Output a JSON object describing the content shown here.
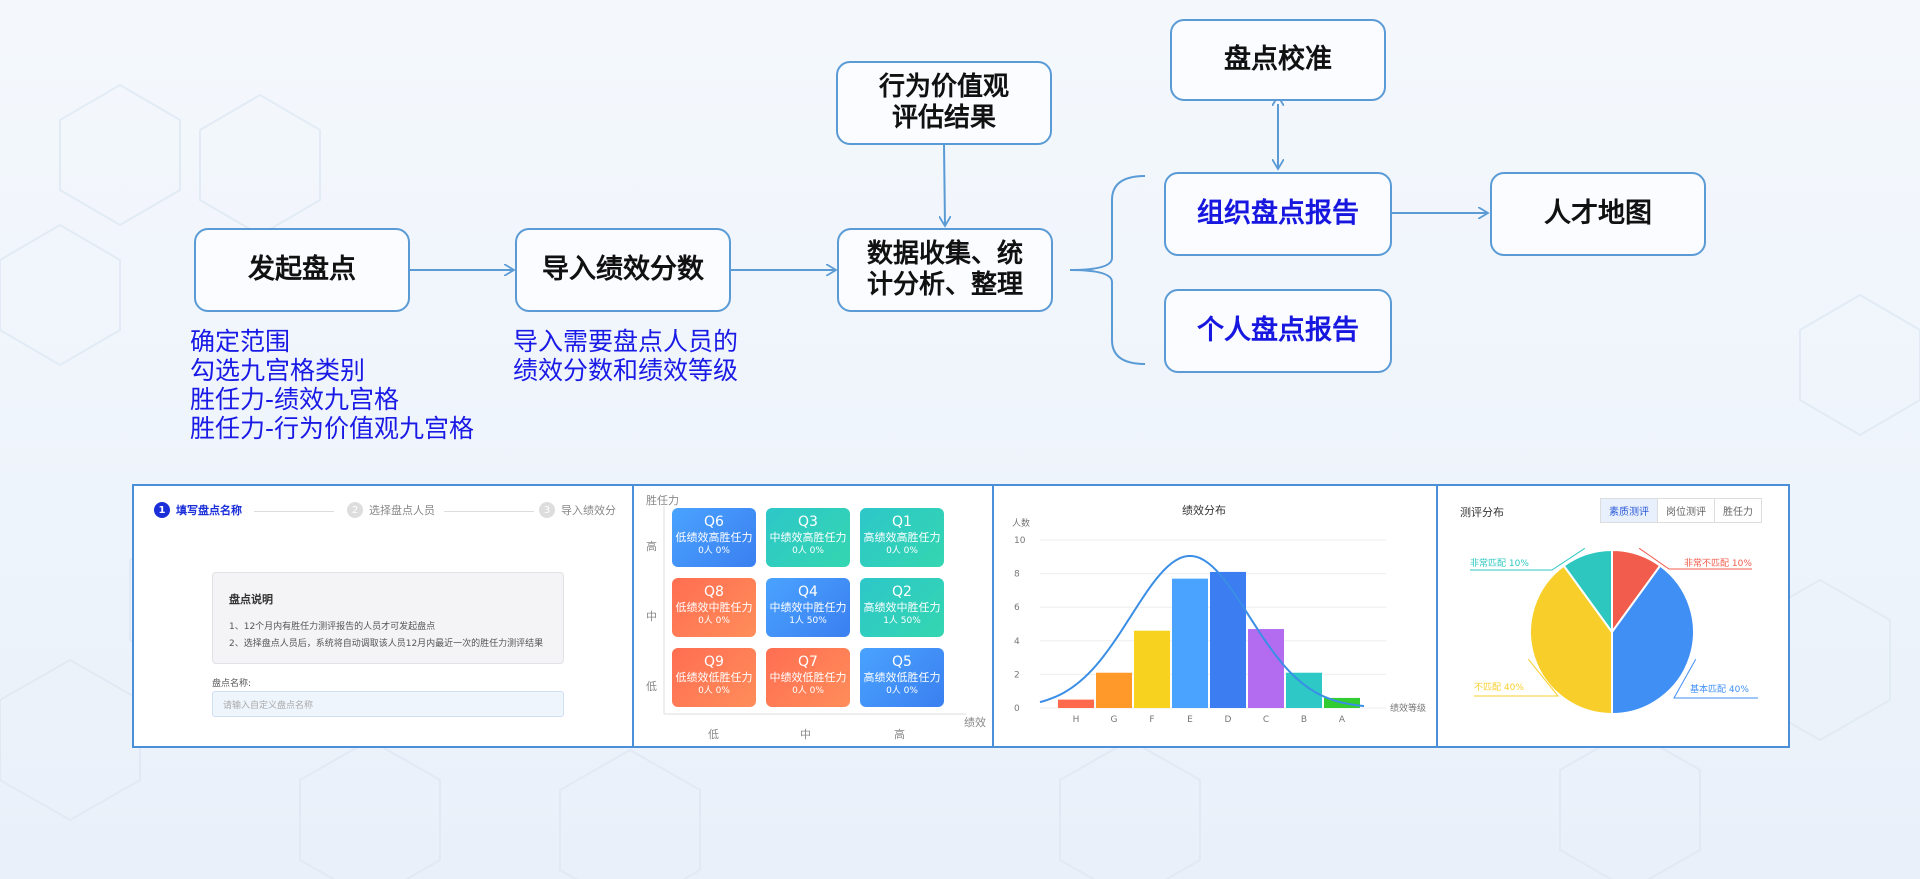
{
  "flow": {
    "start": "发起盘点",
    "import_scores": "导入绩效分数",
    "behavior": [
      "行为价值观",
      "评估结果"
    ],
    "data_collect": [
      "数据收集、统",
      "计分析、整理"
    ],
    "calibration": "盘点校准",
    "org_report": "组织盘点报告",
    "personal_report": "个人盘点报告",
    "talent_map": "人才地图"
  },
  "notes": {
    "start_notes": [
      "确定范围",
      "勾选九宫格类别",
      "胜任力-绩效九宫格",
      "胜任力-行为价值观九宫格"
    ],
    "import_notes": [
      "导入需要盘点人员的",
      "绩效分数和绩效等级"
    ]
  },
  "colors": {
    "accent_blue": "#1717e0",
    "border_blue": "#5b9bd5"
  },
  "wizard": {
    "steps": [
      {
        "num": "1",
        "label": "填写盘点名称"
      },
      {
        "num": "2",
        "label": "选择盘点人员"
      },
      {
        "num": "3",
        "label": "导入绩效分"
      }
    ],
    "info_title": "盘点说明",
    "info_lines": [
      "1、12个月内有胜任力测评报告的人员才可发起盘点",
      "2、选择盘点人员后，系统将自动调取该人员12月内最近一次的胜任力测评结果"
    ],
    "name_label": "盘点名称:",
    "name_placeholder": "请输入自定义盘点名称"
  },
  "ninebox": {
    "y_title": "胜任力",
    "x_title": "绩效",
    "y_labels": [
      "高",
      "中",
      "低"
    ],
    "x_labels": [
      "低",
      "中",
      "高"
    ],
    "cells": [
      {
        "q": "Q6",
        "desc": "低绩效高胜任力",
        "stat": "0人 0%",
        "color": "blue"
      },
      {
        "q": "Q3",
        "desc": "中绩效高胜任力",
        "stat": "0人 0%",
        "color": "teal"
      },
      {
        "q": "Q1",
        "desc": "高绩效高胜任力",
        "stat": "0人 0%",
        "color": "teal"
      },
      {
        "q": "Q8",
        "desc": "低绩效中胜任力",
        "stat": "0人 0%",
        "color": "red"
      },
      {
        "q": "Q4",
        "desc": "中绩效中胜任力",
        "stat": "1人 50%",
        "color": "blue"
      },
      {
        "q": "Q2",
        "desc": "高绩效中胜任力",
        "stat": "1人 50%",
        "color": "teal"
      },
      {
        "q": "Q9",
        "desc": "低绩效低胜任力",
        "stat": "0人 0%",
        "color": "red"
      },
      {
        "q": "Q7",
        "desc": "中绩效低胜任力",
        "stat": "0人 0%",
        "color": "red"
      },
      {
        "q": "Q5",
        "desc": "高绩效低胜任力",
        "stat": "0人 0%",
        "color": "blue"
      }
    ]
  },
  "chart_data": [
    {
      "type": "bar",
      "title": "绩效分布",
      "ylabel": "人数",
      "xlabel": "绩效等级",
      "categories": [
        "H",
        "G",
        "F",
        "E",
        "D",
        "C",
        "B",
        "A"
      ],
      "values": [
        0.5,
        2.1,
        4.6,
        7.7,
        8.1,
        4.7,
        2.1,
        0.6
      ],
      "colors": [
        "#ff6a4d",
        "#ff9a2a",
        "#f7d21f",
        "#4aa3ff",
        "#3d7df2",
        "#b36cf0",
        "#2ec9c6",
        "#33cc33"
      ],
      "yticks": [
        0,
        2,
        4,
        6,
        8,
        10
      ],
      "ylim": [
        0,
        10
      ],
      "overlay": "normal-curve",
      "grid": true
    },
    {
      "type": "pie",
      "title": "测评分布",
      "tabs": [
        "素质测评",
        "岗位测评",
        "胜任力"
      ],
      "selected_tab": "素质测评",
      "slices": [
        {
          "label": "非常不匹配 10%",
          "value": 10,
          "color": "#f25c4c"
        },
        {
          "label": "基本匹配 40%",
          "value": 40,
          "color": "#3f8ff5"
        },
        {
          "label": "不匹配 40%",
          "value": 40,
          "color": "#f8cf2a"
        },
        {
          "label": "非常匹配 10%",
          "value": 10,
          "color": "#2ec7c0"
        }
      ]
    }
  ]
}
